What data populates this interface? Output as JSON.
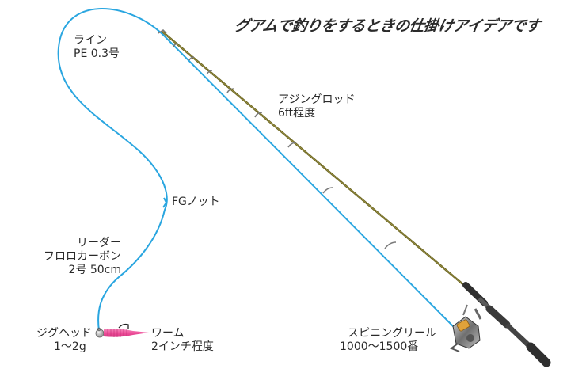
{
  "title": "グアムで釣りをするときの仕掛けアイデアです",
  "labels": {
    "line": {
      "name": "ライン",
      "spec": "PE 0.3号"
    },
    "rod": {
      "name": "アジングロッド",
      "spec": "6ft程度"
    },
    "knot": {
      "name": "FGノット"
    },
    "leader": {
      "name": "リーダー",
      "material": "フロロカーボン",
      "spec": "2号 50cm"
    },
    "jighead": {
      "name": "ジグヘッド",
      "spec": "1〜2g"
    },
    "worm": {
      "name": "ワーム",
      "spec": "2インチ程度"
    },
    "reel": {
      "name": "スピニングリール",
      "spec": "1000〜1500番"
    }
  },
  "colors": {
    "line": "#2aa6e0",
    "rod": "#6b6523",
    "guide": "#7a7a7a",
    "worm": "#ee4f9a",
    "reel_accent": "#e0a23a",
    "handle": "#4a4a4a",
    "text": "#2a2a2a"
  }
}
